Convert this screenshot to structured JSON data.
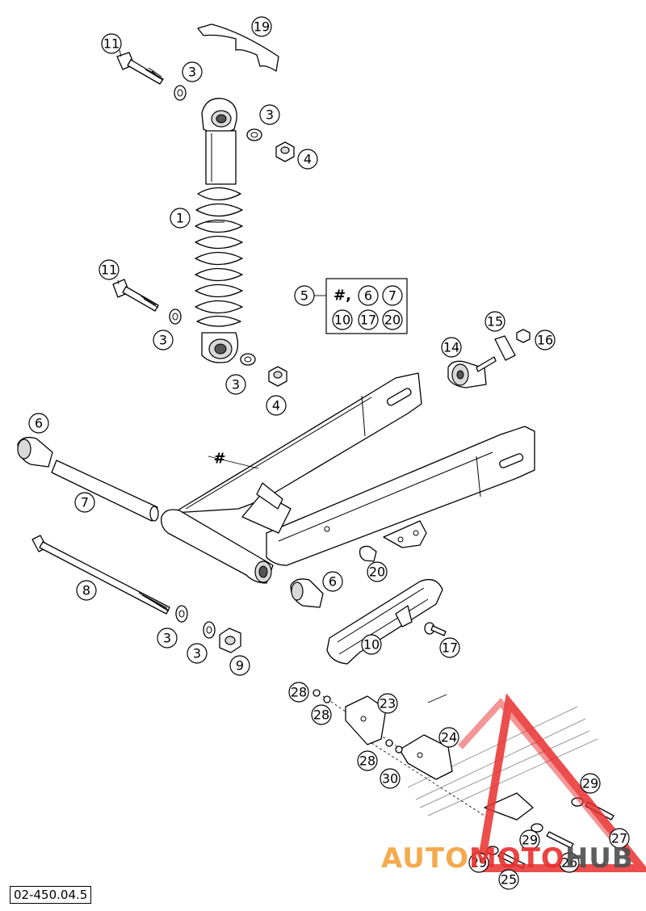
{
  "doc_code": "02-450.04.5",
  "hash_label": "#",
  "kit_legend": {
    "number": "5",
    "row1_prefix": "#,",
    "items": [
      "6",
      "7",
      "10",
      "17",
      "20"
    ]
  },
  "callouts": [
    {
      "key": "c11a",
      "label": "11"
    },
    {
      "key": "c19",
      "label": "19"
    },
    {
      "key": "c3a",
      "label": "3"
    },
    {
      "key": "c3b",
      "label": "3"
    },
    {
      "key": "c4a",
      "label": "4"
    },
    {
      "key": "c1",
      "label": "1"
    },
    {
      "key": "c11b",
      "label": "11"
    },
    {
      "key": "c3c",
      "label": "3"
    },
    {
      "key": "c3d",
      "label": "3"
    },
    {
      "key": "c4b",
      "label": "4"
    },
    {
      "key": "c15",
      "label": "15"
    },
    {
      "key": "c14",
      "label": "14"
    },
    {
      "key": "c16",
      "label": "16"
    },
    {
      "key": "c6a",
      "label": "6"
    },
    {
      "key": "c7",
      "label": "7"
    },
    {
      "key": "c8",
      "label": "8"
    },
    {
      "key": "c20",
      "label": "20"
    },
    {
      "key": "c6b",
      "label": "6"
    },
    {
      "key": "c3e",
      "label": "3"
    },
    {
      "key": "c3f",
      "label": "3"
    },
    {
      "key": "c9",
      "label": "9"
    },
    {
      "key": "c10",
      "label": "10"
    },
    {
      "key": "c17",
      "label": "17"
    },
    {
      "key": "c28a",
      "label": "28"
    },
    {
      "key": "c28b",
      "label": "28"
    },
    {
      "key": "c23",
      "label": "23"
    },
    {
      "key": "c24",
      "label": "24"
    },
    {
      "key": "c28c",
      "label": "28"
    },
    {
      "key": "c30",
      "label": "30"
    },
    {
      "key": "c29a",
      "label": "29"
    },
    {
      "key": "c27",
      "label": "27"
    },
    {
      "key": "c29b",
      "label": "29"
    },
    {
      "key": "c29c",
      "label": "29"
    },
    {
      "key": "c26",
      "label": "26"
    },
    {
      "key": "c25",
      "label": "25"
    }
  ],
  "watermark": {
    "text_part1": "AUTO",
    "text_part2": "MOTO",
    "text_part3": "HUB",
    "color_red": "#e8302f",
    "color_orange": "#f2a33a",
    "color_gray": "#4d4d4d"
  }
}
